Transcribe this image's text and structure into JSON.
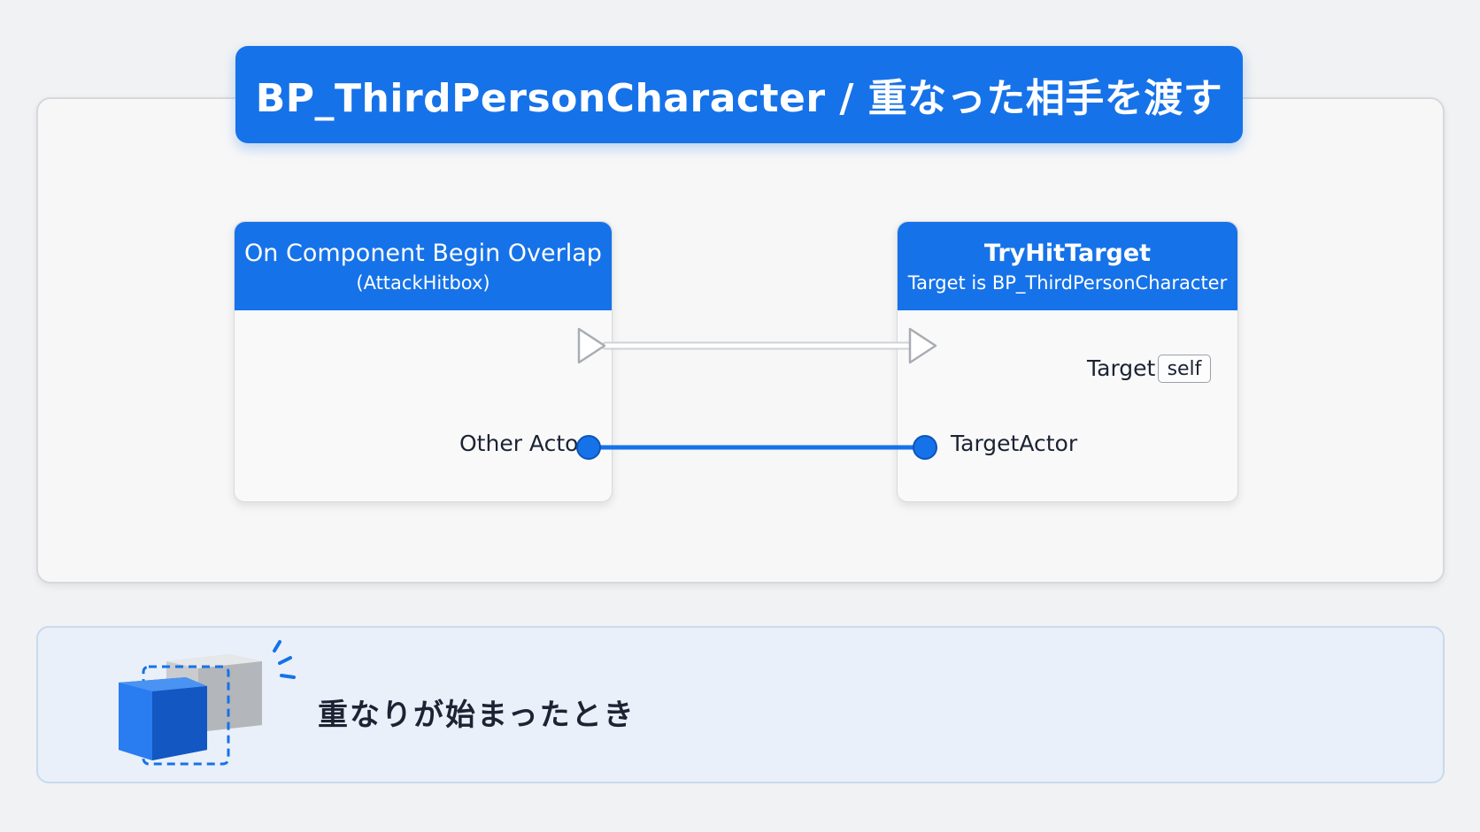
{
  "title": "BP_ThirdPersonCharacter / 重なった相手を渡す",
  "event_node": {
    "title": "On Component Begin Overlap",
    "subtitle": "(AttackHitbox)",
    "output_pin": "Other Actor"
  },
  "function_node": {
    "title": "TryHitTarget",
    "subtitle": "Target is BP_ThirdPersonCharacter",
    "target_label": "Target",
    "target_value": "self",
    "input_pin": "TargetActor"
  },
  "caption": "重なりが始まったとき",
  "icons": {
    "exec_out": "exec-arrow-icon",
    "exec_in": "exec-arrow-icon",
    "data_out": "data-pin-icon",
    "data_in": "data-pin-icon",
    "illustration": "overlapping-cubes-icon"
  },
  "colors": {
    "accent": "#1672e8",
    "data_pin": "#1672e8",
    "exec_wire": "#e6e6e6",
    "panel_background": "#f7f7f7",
    "caption_background": "#e9f0f9"
  }
}
